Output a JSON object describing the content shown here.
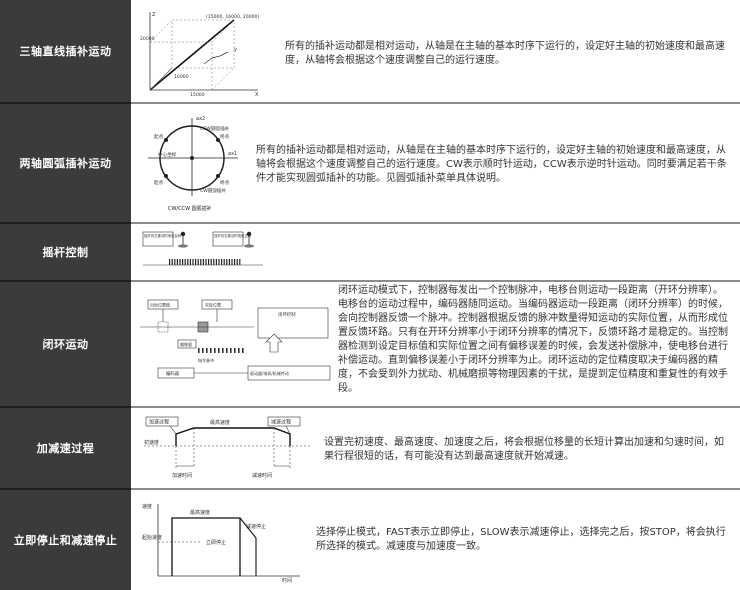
{
  "rows": [
    {
      "label": "三轴直线插补运动",
      "description": "所有的插补运动都是相对运动，从轴是在主轴的基本时序下运行的，设定好主轴的初始速度和最高速度，从轴将会根据这个速度调整自己的运行速度。",
      "figure": {
        "point": "(15000, 16000, 20000)",
        "y_tick": "20000",
        "z_tick": "16000",
        "x_tick": "15000",
        "z_axis": "Z",
        "y_axis": "Y",
        "x_axis": "X"
      }
    },
    {
      "label": "两轴圆弧插补运动",
      "description": "所有的插补运动都是相对运动，从轴是在主轴的基本时序下运行的，设定好主轴的初始速度和最高速度，从轴将会根据这个速度调整自己的运行速度。CW表示顺时针运动，CCW表示逆时针运动。同时要满足若干条件才能实现圆弧插补的功能。见圆弧插补菜单具体说明。",
      "figure": {
        "ccw_top": "CCW圆弧插补",
        "cw_bottom": "CW圆弧插补",
        "axis2": "ax2",
        "axis1": "ax1",
        "center": "中心坐标",
        "start": "起点",
        "end": "终点",
        "caption": "CW/CCW 圆弧插补"
      }
    },
    {
      "label": "摇杆控制",
      "description": "",
      "figure": {
        "box1": "摇杆向左推动时电机反转",
        "box2": "摇杆向右推动时电机正转"
      }
    },
    {
      "label": "闭环运动",
      "description": "闭环运动模式下，控制器每发出一个控制脉冲，电移台则运动一段距离（开环分辨率）。电移台的运动过程中，编码器随同运动。当编码器运动一段距离（闭环分辨率）的时候，会向控制器反馈一个脉冲。控制器根据反馈的脉冲数量得知运动的实际位置，从而形成位置反馈环路。只有在开环分辨率小于闭环分辨率的情况下，反馈环路才是稳定的。当控制器检测到设定目标值和实际位置之间有偏移误差的时候，会发送补偿脉冲，使电移台进行补偿运动。直到偏移误差小于闭环分辨率为止。闭环运动的定位精度取决于编码器的精度，不会受到外力扰动、机械磨损等物理因素的干扰，是提到定位精度和重复性的有效手段。",
      "figure": {
        "target": "目标位置值",
        "actual": "实际位置",
        "error": "偏移量",
        "ctrl": "闭环控制",
        "encoder": "编码器",
        "motor": "驱动器/电机/机械传动",
        "pulse": "指令脉冲"
      }
    },
    {
      "label": "加减速过程",
      "description": "设置完初速度、最高速度、加速度之后，将会根据位移量的长短计算出加速和匀速时间，如果行程很短的话，有可能没有达到最高速度就开始减速。",
      "figure": {
        "accel": "加速过程",
        "max_speed": "最高速度",
        "decel": "减速过程",
        "init_speed": "初速度",
        "accel_time": "加速时间",
        "decel_time": "减速时间"
      }
    },
    {
      "label": "立即停止和减速停止",
      "description": "选择停止模式，FAST表示立即停止，SLOW表示减速停止，选择完之后，按STOP，将会执行所选择的模式。减速度与加速度一致。",
      "figure": {
        "speed": "速度",
        "max_speed": "最高速度",
        "decel_stop": "减速停止",
        "init_speed": "起始速度",
        "stop_now": "立即停止",
        "time": "时间"
      }
    }
  ]
}
